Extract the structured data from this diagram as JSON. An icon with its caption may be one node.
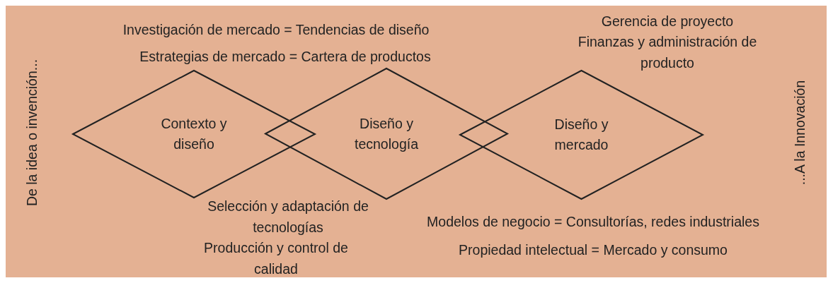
{
  "diagram": {
    "nodes": [
      {
        "text": [
          "Contexto y diseño"
        ]
      },
      {
        "text": [
          "Diseño y tecnología"
        ]
      },
      {
        "text": [
          "Diseño y mercado"
        ]
      }
    ],
    "labels": [
      "De la idea o invención...",
      "Investigación de mercado = Tendencias de diseño",
      "Estrategias de mercado = Cartera de productos",
      "Gerencia de proyecto",
      "Finanzas y administración de producto",
      "...A la Innovación",
      "Selección y adaptación de tecnologías",
      "Producción y control de calidad",
      "Modelos de negocio = Consultorías, redes industriales",
      "Propiedad intelectual = Mercado y consumo"
    ]
  }
}
